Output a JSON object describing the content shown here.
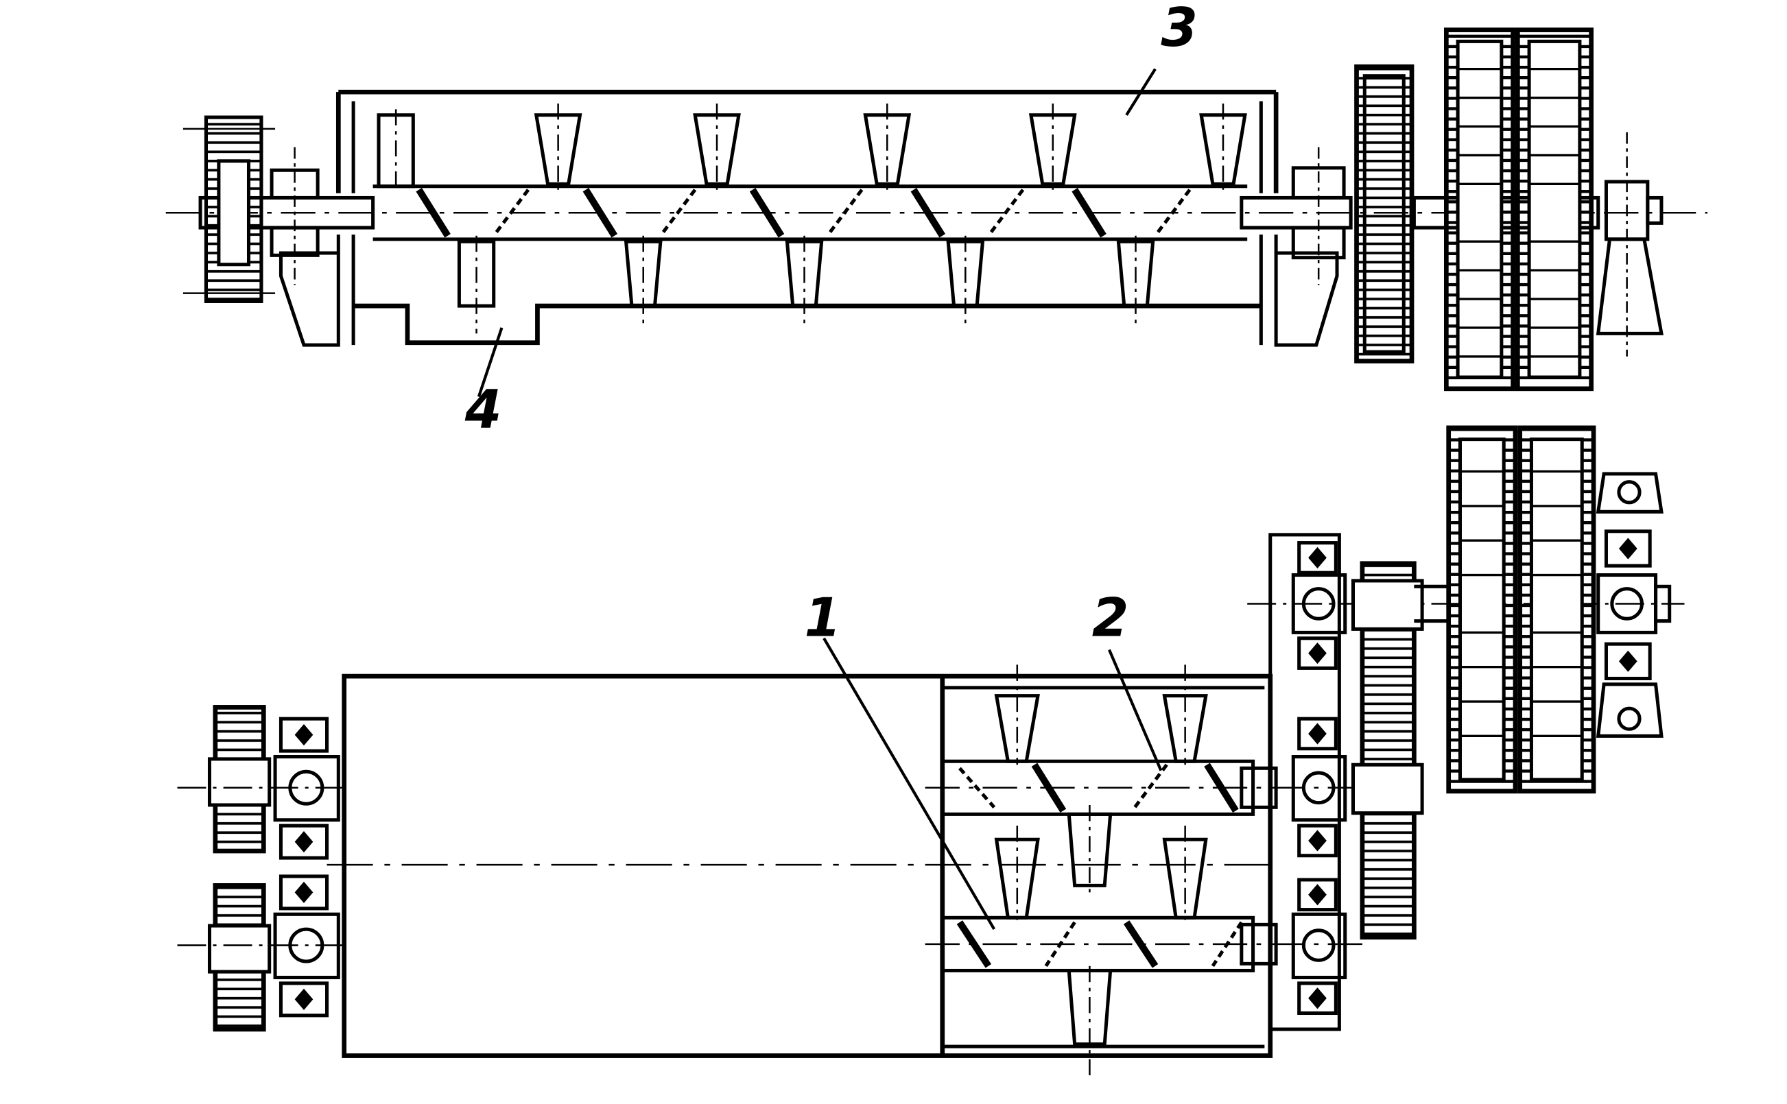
{
  "labels": {
    "part_1": "1",
    "part_2": "2",
    "part_3": "3",
    "part_4": "4"
  },
  "colors": {
    "ink": "#000000",
    "paper": "#ffffff"
  }
}
